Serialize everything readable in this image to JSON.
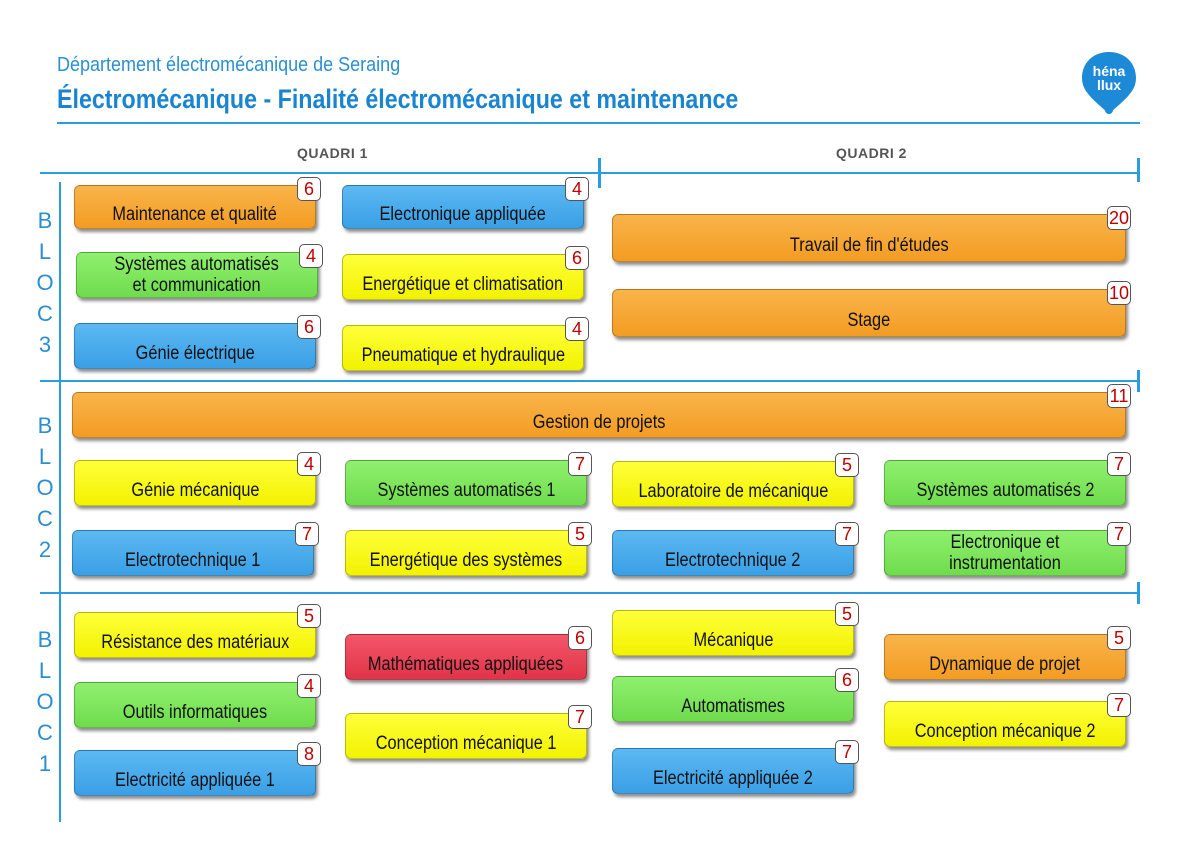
{
  "header": {
    "subtitle": "Département électromécanique de Seraing",
    "title": "Électromécanique - Finalité électromécanique et maintenance",
    "logo_text_1": "héna",
    "logo_text_2": "llux"
  },
  "quadris": [
    "QUADRI 1",
    "QUADRI 2"
  ],
  "blocs": [
    "BLOC3",
    "BLOC2",
    "BLOC1"
  ],
  "colors": {
    "orange": "#f39c23",
    "blue": "#3a9fe6",
    "green": "#6fdc4c",
    "yellow": "#f2f200",
    "red": "#e03448",
    "accent": "#2a9de0"
  },
  "courses": [
    {
      "label": "Maintenance et qualité",
      "credits": "6",
      "color": "orange"
    },
    {
      "label": "Electronique appliquée",
      "credits": "4",
      "color": "blue"
    },
    {
      "label": "Travail de fin d'études",
      "credits": "20",
      "color": "orange"
    },
    {
      "label": "Systèmes automatisés\net communication",
      "credits": "4",
      "color": "green"
    },
    {
      "label": "Energétique et climatisation",
      "credits": "6",
      "color": "yellow"
    },
    {
      "label": "Stage",
      "credits": "10",
      "color": "orange"
    },
    {
      "label": "Génie électrique",
      "credits": "6",
      "color": "blue"
    },
    {
      "label": "Pneumatique et hydraulique",
      "credits": "4",
      "color": "yellow"
    },
    {
      "label": "Gestion de projets",
      "credits": "11",
      "color": "orange"
    },
    {
      "label": "Génie mécanique",
      "credits": "4",
      "color": "yellow"
    },
    {
      "label": "Systèmes automatisés  1",
      "credits": "7",
      "color": "green"
    },
    {
      "label": "Laboratoire de mécanique",
      "credits": "5",
      "color": "yellow"
    },
    {
      "label": "Systèmes automatisés 2",
      "credits": "7",
      "color": "green"
    },
    {
      "label": "Electrotechnique 1",
      "credits": "7",
      "color": "blue"
    },
    {
      "label": "Energétique des systèmes",
      "credits": "5",
      "color": "yellow"
    },
    {
      "label": "Electrotechnique 2",
      "credits": "7",
      "color": "blue"
    },
    {
      "label": "Electronique et\ninstrumentation",
      "credits": "7",
      "color": "green"
    },
    {
      "label": "Résistance des matériaux",
      "credits": "5",
      "color": "yellow"
    },
    {
      "label": "Mathématiques appliquées",
      "credits": "6",
      "color": "red"
    },
    {
      "label": "Mécanique",
      "credits": "5",
      "color": "yellow"
    },
    {
      "label": "Dynamique de projet",
      "credits": "5",
      "color": "orange"
    },
    {
      "label": "Outils informatiques",
      "credits": "4",
      "color": "green"
    },
    {
      "label": "Automatismes",
      "credits": "6",
      "color": "green"
    },
    {
      "label": "Conception mécanique 2",
      "credits": "7",
      "color": "yellow"
    },
    {
      "label": "Conception mécanique 1",
      "credits": "7",
      "color": "yellow"
    },
    {
      "label": "Electricité appliquée 1",
      "credits": "8",
      "color": "blue"
    },
    {
      "label": "Electricité appliquée 2",
      "credits": "7",
      "color": "blue"
    }
  ]
}
